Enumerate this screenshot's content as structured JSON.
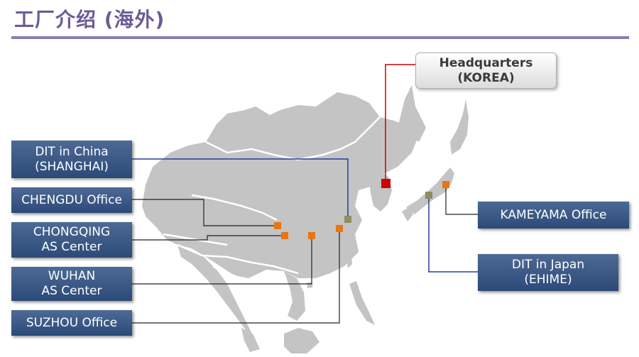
{
  "page": {
    "title": "工厂介绍 (海外)"
  },
  "headquarters": {
    "line1": "Headquarters",
    "line2": "(KOREA)"
  },
  "offices": {
    "china": {
      "line1": "DIT in China",
      "line2": "(SHANGHAI)"
    },
    "chengdu": {
      "line1": "CHENGDU Office"
    },
    "chongqing": {
      "line1": "CHONGQING",
      "line2": "AS Center"
    },
    "wuhan": {
      "line1": "WUHAN",
      "line2": "AS Center"
    },
    "suzhou": {
      "line1": "SUZHOU Office"
    },
    "kameyama": {
      "line1": "KAMEYAMA Office"
    },
    "japan": {
      "line1": "DIT in Japan",
      "line2": "(EHIME)"
    }
  },
  "colors": {
    "map_land": "#c4c4c4",
    "border": "#ffffff",
    "headquarters_marker": "#cc0000",
    "office_marker": "#e87511",
    "branch_marker": "#8e8e5e",
    "line_blue": "#2b3b9e",
    "line_red": "#cc0000",
    "line_black": "#222222"
  }
}
